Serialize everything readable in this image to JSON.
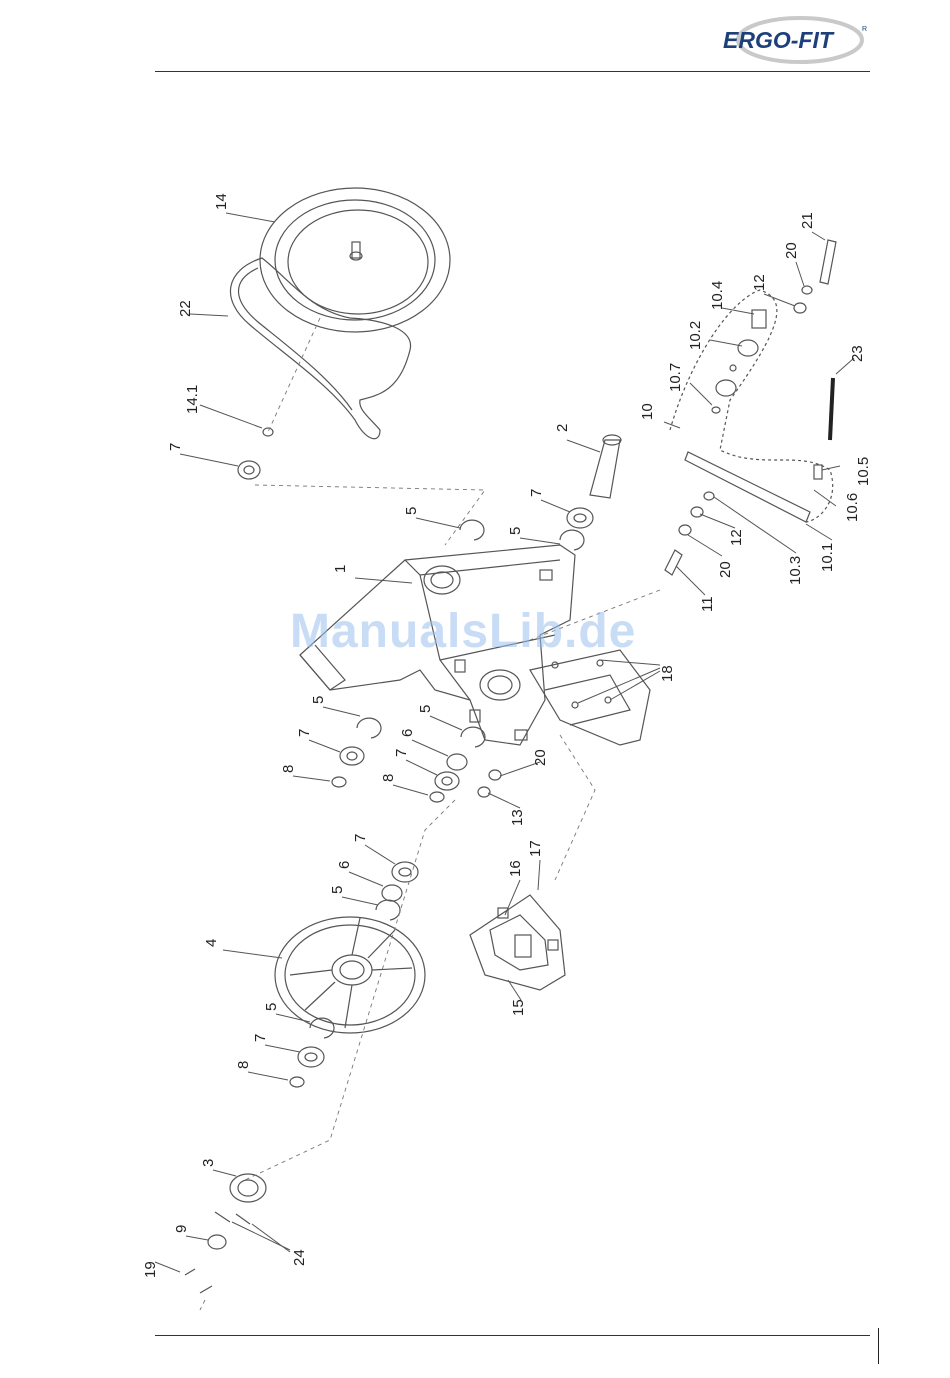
{
  "header": {
    "brand": "ERGO-FIT",
    "registered_mark": "R"
  },
  "watermark": "ManualsLib.de",
  "callouts": [
    {
      "id": "c1",
      "text": "1"
    },
    {
      "id": "c2",
      "text": "2"
    },
    {
      "id": "c3",
      "text": "3"
    },
    {
      "id": "c4",
      "text": "4"
    },
    {
      "id": "c5a",
      "text": "5"
    },
    {
      "id": "c5b",
      "text": "5"
    },
    {
      "id": "c5c",
      "text": "5"
    },
    {
      "id": "c5d",
      "text": "5"
    },
    {
      "id": "c5e",
      "text": "5"
    },
    {
      "id": "c5f",
      "text": "5"
    },
    {
      "id": "c6a",
      "text": "6"
    },
    {
      "id": "c6b",
      "text": "6"
    },
    {
      "id": "c7a",
      "text": "7"
    },
    {
      "id": "c7b",
      "text": "7"
    },
    {
      "id": "c7c",
      "text": "7"
    },
    {
      "id": "c7d",
      "text": "7"
    },
    {
      "id": "c7e",
      "text": "7"
    },
    {
      "id": "c7f",
      "text": "7"
    },
    {
      "id": "c8a",
      "text": "8"
    },
    {
      "id": "c8b",
      "text": "8"
    },
    {
      "id": "c8c",
      "text": "8"
    },
    {
      "id": "c9",
      "text": "9"
    },
    {
      "id": "c10",
      "text": "10"
    },
    {
      "id": "c10_1",
      "text": "10.1"
    },
    {
      "id": "c10_2",
      "text": "10.2"
    },
    {
      "id": "c10_3",
      "text": "10.3"
    },
    {
      "id": "c10_4",
      "text": "10.4"
    },
    {
      "id": "c10_5",
      "text": "10.5"
    },
    {
      "id": "c10_6",
      "text": "10.6"
    },
    {
      "id": "c10_7",
      "text": "10.7"
    },
    {
      "id": "c11",
      "text": "11"
    },
    {
      "id": "c12a",
      "text": "12"
    },
    {
      "id": "c12b",
      "text": "12"
    },
    {
      "id": "c13",
      "text": "13"
    },
    {
      "id": "c14",
      "text": "14"
    },
    {
      "id": "c14_1",
      "text": "14.1"
    },
    {
      "id": "c15",
      "text": "15"
    },
    {
      "id": "c16",
      "text": "16"
    },
    {
      "id": "c17",
      "text": "17"
    },
    {
      "id": "c18",
      "text": "18"
    },
    {
      "id": "c19",
      "text": "19"
    },
    {
      "id": "c20a",
      "text": "20"
    },
    {
      "id": "c20b",
      "text": "20"
    },
    {
      "id": "c20c",
      "text": "20"
    },
    {
      "id": "c21",
      "text": "21"
    },
    {
      "id": "c22",
      "text": "22"
    },
    {
      "id": "c23",
      "text": "23"
    },
    {
      "id": "c24",
      "text": "24"
    }
  ]
}
